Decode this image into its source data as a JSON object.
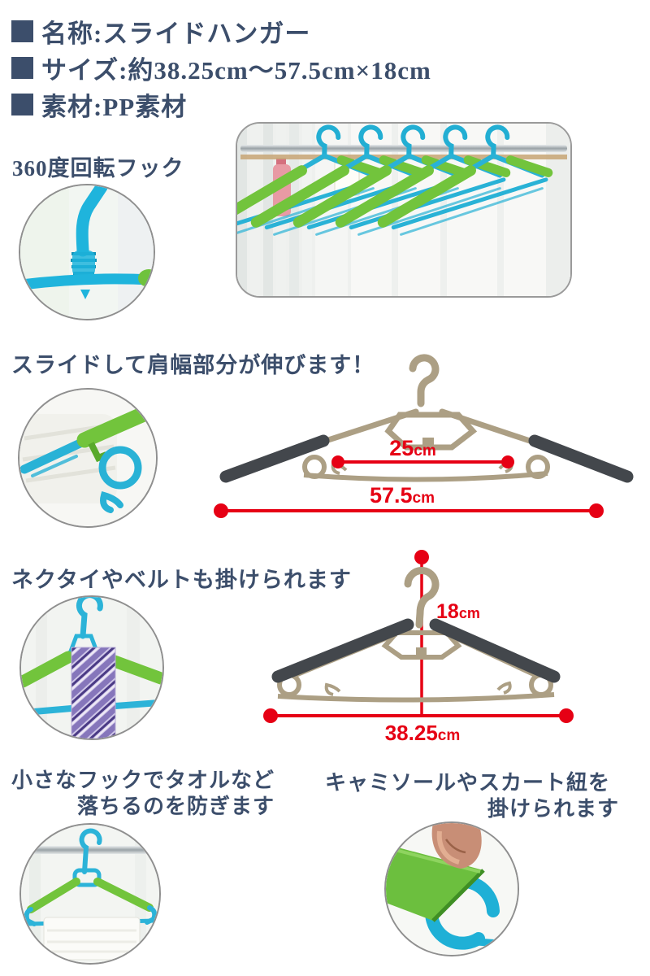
{
  "product": {
    "specs": [
      {
        "label": "名称:スライドハンガー"
      },
      {
        "label": "サイズ:約38.25cm～57.5cm×18cm"
      },
      {
        "label": "素材:PP素材"
      }
    ]
  },
  "sections": {
    "rotate": {
      "title": "360度回転フック"
    },
    "slide": {
      "title": "スライドして肩幅部分が伸びます！",
      "inner": {
        "value": "25",
        "unit": "cm"
      },
      "full": {
        "value": "57.5",
        "unit": "cm"
      }
    },
    "tie": {
      "title": "ネクタイやベルトも掛けられます",
      "height": {
        "value": "18",
        "unit": "cm"
      },
      "width": {
        "value": "38.25",
        "unit": "cm"
      }
    },
    "towel": {
      "line1": "小さなフックでタオルなど",
      "line2": "落ちるのを防ぎます"
    },
    "camisole": {
      "line1": "キャミソールやスカート紐を",
      "line2": "掛けられます"
    }
  },
  "colors": {
    "navy": "#3c4e6b",
    "red": "#e60014",
    "tan": "#ac9f84",
    "dark_arm": "#43474c",
    "hanger_blue": "#29b2d6",
    "hanger_green": "#72c43c"
  }
}
